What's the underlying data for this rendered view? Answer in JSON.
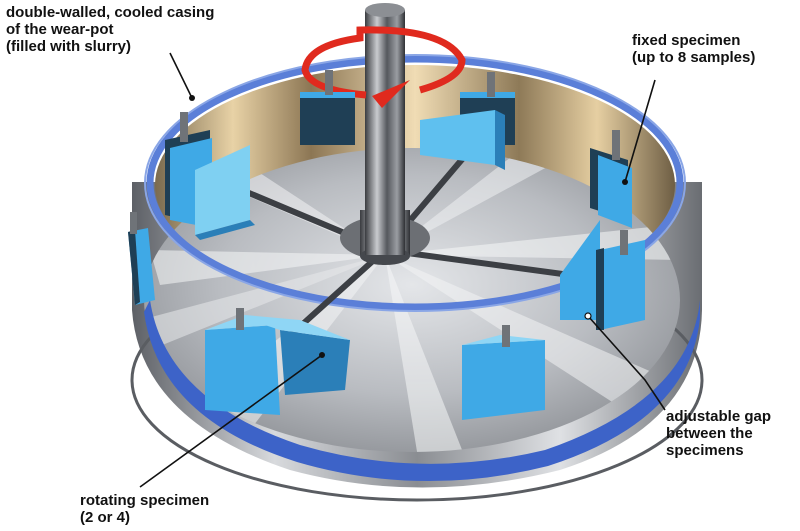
{
  "labels": {
    "casing": [
      "double-walled, cooled casing",
      "of the wear-pot",
      "(filled with slurry)"
    ],
    "fixed": [
      "fixed specimen",
      "(up to 8 samples)"
    ],
    "gap": [
      "adjustable gap",
      "between the",
      "specimens"
    ],
    "rotating": [
      "rotating specimen",
      "(2 or 4)"
    ]
  },
  "colors": {
    "casing_blue": "#3d63c8",
    "specimen_light": "#3fa9e6",
    "specimen_dark": "#1f3f55",
    "rotation_arrow": "#e02a1e",
    "floor": "#b8bcc2",
    "wall_inner": "#c9a46a"
  },
  "icons": [
    "rotation-arrow-icon"
  ]
}
